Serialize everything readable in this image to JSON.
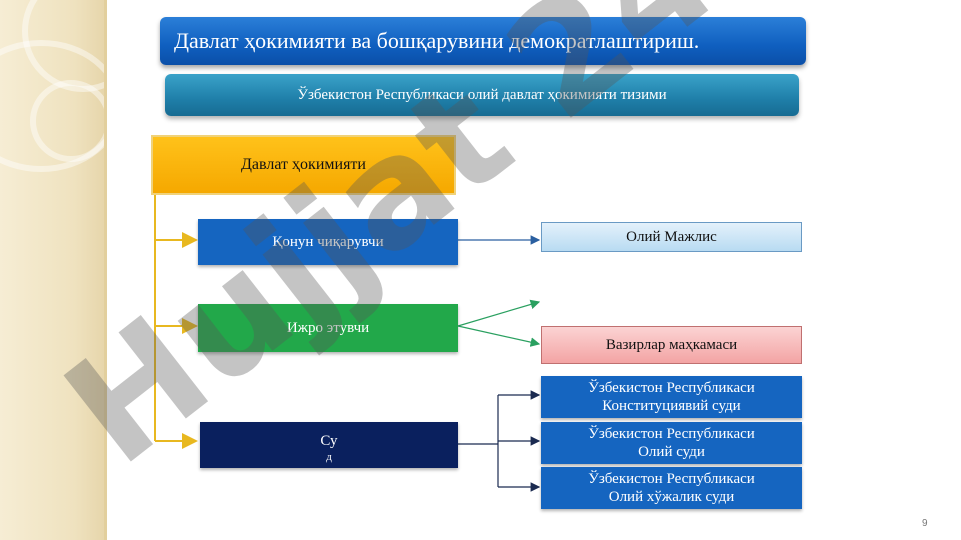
{
  "title": "Давлат ҳокимияти ва бошқарувини демократлаштириш.",
  "subtitle": "Ўзбекистон Республикаси олий давлат ҳокимияти тизими",
  "diagram": {
    "root": "Давлат ҳокимияти",
    "branches": {
      "legislative": "Қонун чиқарувчи",
      "executive": "Ижро этувчи",
      "judicial_line1": "Су",
      "judicial_line2": "д"
    },
    "targets": {
      "oliy_majlis": "Олий Мажлис",
      "vazirlar": "Вазирлар маҳкамаси",
      "const_court_l1": "Ўзбекистон Республикаси",
      "const_court_l2": "Конституциявий суди",
      "supreme_court_l1": "Ўзбекистон Республикаси",
      "supreme_court_l2": "Олий суди",
      "economic_court_l1": "Ўзбекистон Республикаси",
      "economic_court_l2": "Олий хўжалик суди"
    }
  },
  "watermark": "Hujjat 24",
  "page_number": "9",
  "colors": {
    "title_bg": "#0f5fbf",
    "subtitle_bg": "#1f7fa9",
    "root_bg": "#f5a800",
    "legislative_bg": "#1565c0",
    "executive_bg": "#22a84a",
    "judicial_bg": "#0a205e",
    "court_bg": "#1565c0",
    "connector_gold": "#e8b820",
    "watermark_gray": "#555555",
    "watermark_purple": "#7b5cd6"
  }
}
